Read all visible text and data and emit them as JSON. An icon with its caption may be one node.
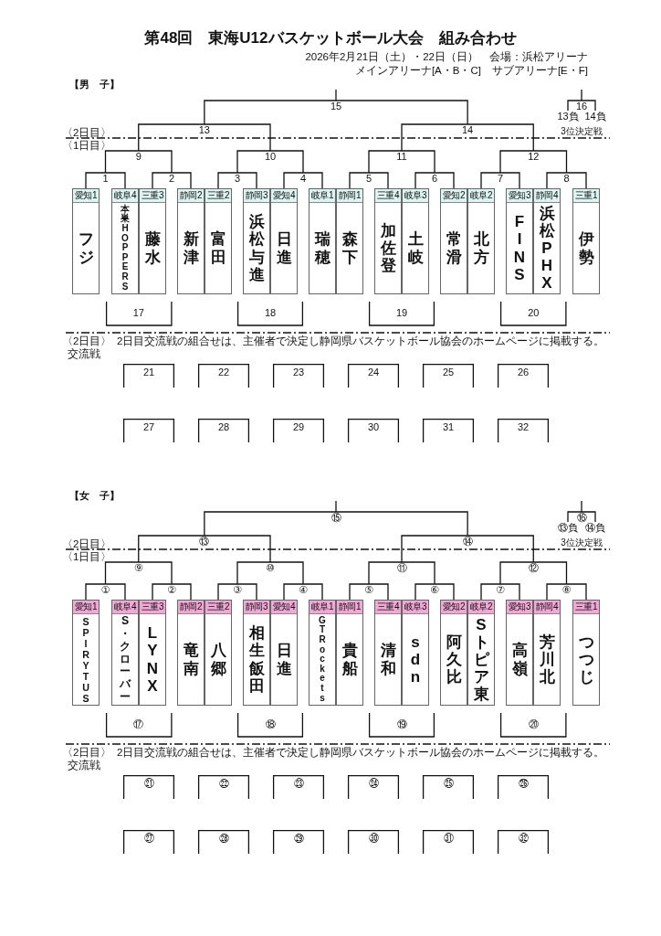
{
  "diagram": {
    "title": "第48回　東海U12バスケットボール大会　組み合わせ",
    "nodes": [
      {
        "text": [
          "15"
        ]
      },
      {
        "text": [
          "16"
        ]
      },
      {
        "text": [
          "13負"
        ]
      },
      {
        "text": [
          "14負"
        ]
      },
      {
        "text": [
          "13"
        ]
      },
      {
        "text": [
          "14"
        ]
      },
      {
        "text": [
          "9"
        ]
      },
      {
        "text": [
          "10"
        ]
      },
      {
        "text": [
          "11"
        ]
      },
      {
        "text": [
          "12"
        ]
      },
      {
        "text": [
          "1"
        ]
      },
      {
        "text": [
          "2"
        ]
      },
      {
        "text": [
          "3"
        ]
      },
      {
        "text": [
          "4"
        ]
      },
      {
        "text": [
          "5"
        ]
      },
      {
        "text": [
          "6"
        ]
      },
      {
        "text": [
          "7"
        ]
      },
      {
        "text": [
          "8"
        ]
      },
      {
        "text": [
          "愛知1",
          "フジ"
        ]
      },
      {
        "text": [
          "岐阜4",
          "本巣HOPPERS"
        ]
      },
      {
        "text": [
          "三重3",
          "藤水"
        ]
      },
      {
        "text": [
          "静岡2",
          "新津"
        ]
      },
      {
        "text": [
          "三重2",
          "富田"
        ]
      },
      {
        "text": [
          "静岡3",
          "浜松与進"
        ]
      },
      {
        "text": [
          "愛知4",
          "日進"
        ]
      },
      {
        "text": [
          "岐阜1",
          "瑞穂"
        ]
      },
      {
        "text": [
          "静岡1",
          "森下"
        ]
      },
      {
        "text": [
          "三重4",
          "加佐登"
        ]
      },
      {
        "text": [
          "岐阜3",
          "土岐"
        ]
      },
      {
        "text": [
          "愛知2",
          "常滑"
        ]
      },
      {
        "text": [
          "岐阜2",
          "北方"
        ]
      },
      {
        "text": [
          "愛知3",
          "FINS"
        ]
      },
      {
        "text": [
          "静岡4",
          "浜松PHX"
        ]
      },
      {
        "text": [
          "三重1",
          "伊勢"
        ]
      },
      {
        "text": [
          "17"
        ]
      },
      {
        "text": [
          "18"
        ]
      },
      {
        "text": [
          "19"
        ]
      },
      {
        "text": [
          "20"
        ]
      },
      {
        "text": [
          "21"
        ]
      },
      {
        "text": [
          "22"
        ]
      },
      {
        "text": [
          "23"
        ]
      },
      {
        "text": [
          "24"
        ]
      },
      {
        "text": [
          "25"
        ]
      },
      {
        "text": [
          "26"
        ]
      },
      {
        "text": [
          "27"
        ]
      },
      {
        "text": [
          "28"
        ]
      },
      {
        "text": [
          "29"
        ]
      },
      {
        "text": [
          "30"
        ]
      },
      {
        "text": [
          "31"
        ]
      },
      {
        "text": [
          "32"
        ]
      },
      {
        "text": [
          "⑮"
        ]
      },
      {
        "text": [
          "⑯"
        ]
      },
      {
        "text": [
          "⑬負"
        ]
      },
      {
        "text": [
          "⑭負"
        ]
      },
      {
        "text": [
          "⑬"
        ]
      },
      {
        "text": [
          "⑭"
        ]
      },
      {
        "text": [
          "⑨"
        ]
      },
      {
        "text": [
          "⑩"
        ]
      },
      {
        "text": [
          "⑪"
        ]
      },
      {
        "text": [
          "⑫"
        ]
      },
      {
        "text": [
          "①"
        ]
      },
      {
        "text": [
          "②"
        ]
      },
      {
        "text": [
          "③"
        ]
      },
      {
        "text": [
          "④"
        ]
      },
      {
        "text": [
          "⑤"
        ]
      },
      {
        "text": [
          "⑥"
        ]
      },
      {
        "text": [
          "⑦"
        ]
      },
      {
        "text": [
          "⑧"
        ]
      },
      {
        "text": [
          "愛知1",
          "SPIRYTUS"
        ]
      },
      {
        "text": [
          "岐阜4",
          "S・クローバー"
        ]
      },
      {
        "text": [
          "三重3",
          "LYNX"
        ]
      },
      {
        "text": [
          "静岡2",
          "竜南"
        ]
      },
      {
        "text": [
          "三重2",
          "八郷"
        ]
      },
      {
        "text": [
          "静岡3",
          "相生飯田"
        ]
      },
      {
        "text": [
          "愛知4",
          "日進"
        ]
      },
      {
        "text": [
          "岐阜1",
          "GT Rockets"
        ]
      },
      {
        "text": [
          "静岡1",
          "貴船"
        ]
      },
      {
        "text": [
          "三重4",
          "清和"
        ]
      },
      {
        "text": [
          "岐阜3",
          "sdn"
        ]
      },
      {
        "text": [
          "愛知2",
          "阿久比"
        ]
      },
      {
        "text": [
          "岐阜2",
          "Sトピア東"
        ]
      },
      {
        "text": [
          "愛知3",
          "高嶺"
        ]
      },
      {
        "text": [
          "静岡4",
          "芳川北"
        ]
      },
      {
        "text": [
          "三重1",
          "つつじ"
        ]
      },
      {
        "text": [
          "⑰"
        ]
      },
      {
        "text": [
          "⑱"
        ]
      },
      {
        "text": [
          "⑲"
        ]
      },
      {
        "text": [
          "⑳"
        ]
      },
      {
        "text": [
          "㉑"
        ]
      },
      {
        "text": [
          "㉒"
        ]
      },
      {
        "text": [
          "㉓"
        ]
      },
      {
        "text": [
          "㉔"
        ]
      },
      {
        "text": [
          "㉕"
        ]
      },
      {
        "text": [
          "㉖"
        ]
      },
      {
        "text": [
          "㉗"
        ]
      },
      {
        "text": [
          "㉘"
        ]
      },
      {
        "text": [
          "㉙"
        ]
      },
      {
        "text": [
          "㉚"
        ]
      },
      {
        "text": [
          "㉛"
        ]
      },
      {
        "text": [
          "㉜"
        ]
      }
    ],
    "edges": [
      {
        "from": 4,
        "to": 0,
        "arrow": "none"
      },
      {
        "from": 5,
        "to": 0,
        "arrow": "none"
      },
      {
        "from": 2,
        "to": 1,
        "arrow": "none"
      },
      {
        "from": 3,
        "to": 1,
        "arrow": "none"
      },
      {
        "from": 6,
        "to": 4,
        "arrow": "none"
      },
      {
        "from": 7,
        "to": 4,
        "arrow": "none"
      },
      {
        "from": 8,
        "to": 5,
        "arrow": "none"
      },
      {
        "from": 9,
        "to": 5,
        "arrow": "none"
      },
      {
        "from": 10,
        "to": 6,
        "arrow": "none"
      },
      {
        "from": 11,
        "to": 6,
        "arrow": "none"
      },
      {
        "from": 12,
        "to": 7,
        "arrow": "none"
      },
      {
        "from": 13,
        "to": 7,
        "arrow": "none"
      },
      {
        "from": 14,
        "to": 8,
        "arrow": "none"
      },
      {
        "from": 15,
        "to": 8,
        "arrow": "none"
      },
      {
        "from": 16,
        "to": 9,
        "arrow": "none"
      },
      {
        "from": 17,
        "to": 9,
        "arrow": "none"
      },
      {
        "from": 18,
        "to": 10,
        "arrow": "none"
      },
      {
        "from": 19,
        "to": 10,
        "arrow": "none"
      },
      {
        "from": 20,
        "to": 11,
        "arrow": "none"
      },
      {
        "from": 21,
        "to": 11,
        "arrow": "none"
      },
      {
        "from": 22,
        "to": 12,
        "arrow": "none"
      },
      {
        "from": 23,
        "to": 12,
        "arrow": "none"
      },
      {
        "from": 24,
        "to": 13,
        "arrow": "none"
      },
      {
        "from": 25,
        "to": 13,
        "arrow": "none"
      },
      {
        "from": 26,
        "to": 14,
        "arrow": "none"
      },
      {
        "from": 27,
        "to": 14,
        "arrow": "none"
      },
      {
        "from": 28,
        "to": 15,
        "arrow": "none"
      },
      {
        "from": 29,
        "to": 15,
        "arrow": "none"
      },
      {
        "from": 30,
        "to": 16,
        "arrow": "none"
      },
      {
        "from": 31,
        "to": 16,
        "arrow": "none"
      },
      {
        "from": 32,
        "to": 17,
        "arrow": "none"
      },
      {
        "from": 33,
        "to": 17,
        "arrow": "none"
      },
      {
        "from": 54,
        "to": 50,
        "arrow": "none"
      },
      {
        "from": 55,
        "to": 50,
        "arrow": "none"
      },
      {
        "from": 52,
        "to": 51,
        "arrow": "none"
      },
      {
        "from": 53,
        "to": 51,
        "arrow": "none"
      },
      {
        "from": 56,
        "to": 54,
        "arrow": "none"
      },
      {
        "from": 57,
        "to": 54,
        "arrow": "none"
      },
      {
        "from": 58,
        "to": 55,
        "arrow": "none"
      },
      {
        "from": 59,
        "to": 55,
        "arrow": "none"
      },
      {
        "from": 60,
        "to": 56,
        "arrow": "none"
      },
      {
        "from": 61,
        "to": 56,
        "arrow": "none"
      },
      {
        "from": 62,
        "to": 57,
        "arrow": "none"
      },
      {
        "from": 63,
        "to": 57,
        "arrow": "none"
      },
      {
        "from": 64,
        "to": 58,
        "arrow": "none"
      },
      {
        "from": 65,
        "to": 58,
        "arrow": "none"
      },
      {
        "from": 66,
        "to": 59,
        "arrow": "none"
      },
      {
        "from": 67,
        "to": 59,
        "arrow": "none"
      },
      {
        "from": 68,
        "to": 60,
        "arrow": "none"
      },
      {
        "from": 69,
        "to": 60,
        "arrow": "none"
      },
      {
        "from": 70,
        "to": 61,
        "arrow": "none"
      },
      {
        "from": 71,
        "to": 61,
        "arrow": "none"
      },
      {
        "from": 72,
        "to": 62,
        "arrow": "none"
      },
      {
        "from": 73,
        "to": 62,
        "arrow": "none"
      },
      {
        "from": 74,
        "to": 63,
        "arrow": "none"
      },
      {
        "from": 75,
        "to": 63,
        "arrow": "none"
      },
      {
        "from": 76,
        "to": 64,
        "arrow": "none"
      },
      {
        "from": 77,
        "to": 64,
        "arrow": "none"
      },
      {
        "from": 78,
        "to": 65,
        "arrow": "none"
      },
      {
        "from": 79,
        "to": 65,
        "arrow": "none"
      },
      {
        "from": 80,
        "to": 66,
        "arrow": "none"
      },
      {
        "from": 81,
        "to": 66,
        "arrow": "none"
      },
      {
        "from": 82,
        "to": 67,
        "arrow": "none"
      },
      {
        "from": 83,
        "to": 67,
        "arrow": "none"
      }
    ],
    "labels": [
      "2026年2月21日（土）・22日（日）　会場：浜松アリーナ",
      "メインアリーナ[A・B・C]　サブアリーナ[E・F]",
      "【男　子】",
      "〈2日目〉",
      "〈1日目〉",
      "3位決定戦",
      "〈2日目〉",
      "2日目交流戦の組合せは、主催者で決定し静岡県バスケットボール協会のホームページに掲載する。",
      "交流戦",
      "【女　子】",
      "〈2日目〉",
      "〈1日目〉",
      "3位決定戦",
      "〈2日目〉",
      "2日目交流戦の組合せは、主催者で決定し静岡県バスケットボール協会のホームページに掲載する。",
      "交流戦"
    ]
  }
}
